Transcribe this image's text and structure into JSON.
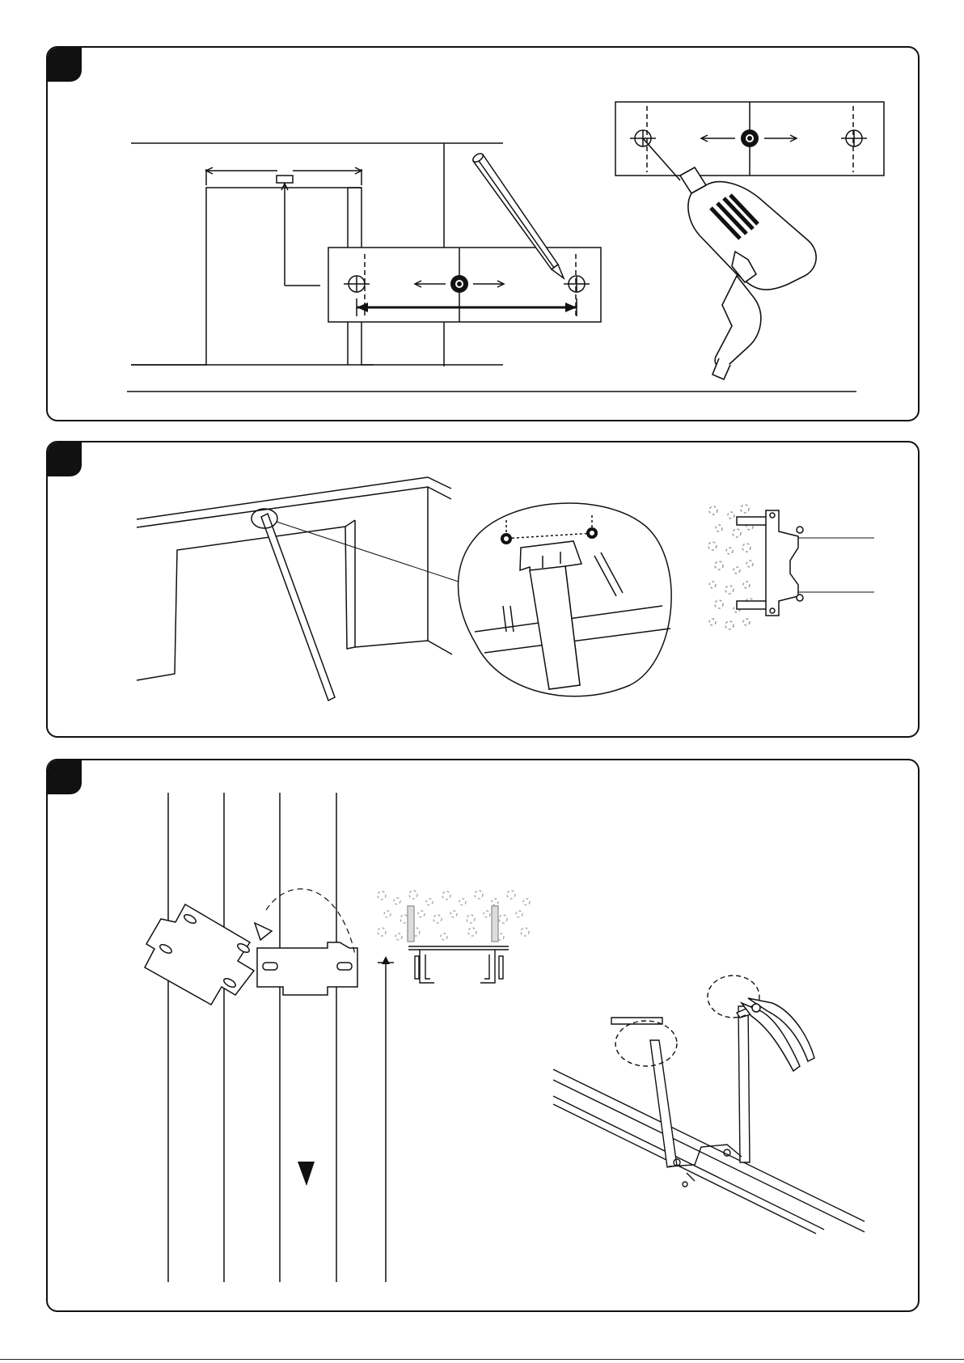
{
  "diagram": {
    "steps": [
      {
        "name": "step-1-mark-and-drill"
      },
      {
        "name": "step-2-fix-bracket"
      },
      {
        "name": "step-3-mount-track"
      }
    ],
    "colors": {
      "ink": "#111111",
      "paper": "#ffffff",
      "texture": "#9a9a9a",
      "light": "#cccccc"
    },
    "icons": [
      "pencil-icon",
      "drill-icon",
      "pliers-icon",
      "arrow-down-icon",
      "triangle-icon"
    ]
  }
}
